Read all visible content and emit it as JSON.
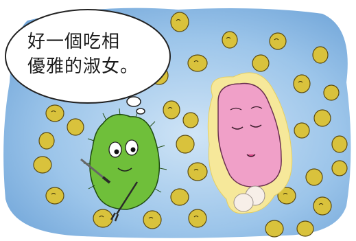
{
  "caption": {
    "line1": "好一個吃相",
    "line2": "優雅的淑女。"
  },
  "colors": {
    "background": "#8ab7e3",
    "bubble": "#ffffff",
    "food_particle": "#d9c23c",
    "green_microbe": "#6fbf3a",
    "pink_microbe": "#f0a0c8",
    "pink_halo": "#f6e89a"
  },
  "characters": [
    "green-spiky-microbe-with-fork-and-knife",
    "pink-smiling-microbe"
  ]
}
